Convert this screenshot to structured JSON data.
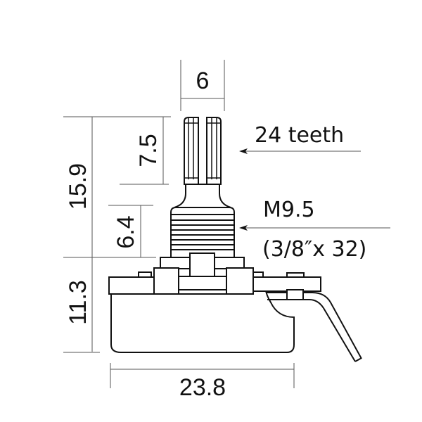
{
  "diagram": {
    "subject": "potentiometer side-view dimension drawing",
    "units": "mm",
    "dimensions": {
      "shaft_width": "6",
      "knurl_height": "7.5",
      "shaft_total_height": "15.9",
      "bushing_height": "6.4",
      "body_height": "11.3",
      "body_width": "23.8"
    },
    "callouts": {
      "shaft": "24 teeth",
      "thread_metric": "M9.5",
      "thread_imperial": "(3/8″x 32)"
    },
    "colors": {
      "line": "#111111",
      "dimension_line": "#555555",
      "background": "#ffffff"
    }
  }
}
